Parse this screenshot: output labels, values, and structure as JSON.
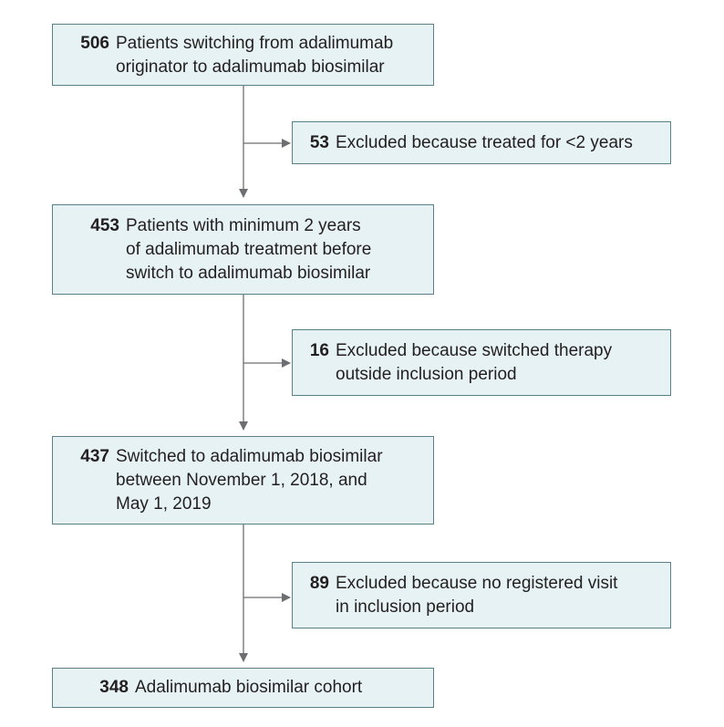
{
  "flow": {
    "main": [
      {
        "count": "506",
        "text": "Patients switching from adalimumab\noriginator to adalimumab biosimilar"
      },
      {
        "count": "453",
        "text": "Patients with minimum 2 years\nof adalimumab treatment before\nswitch to adalimumab biosimilar"
      },
      {
        "count": "437",
        "text": "Switched to adalimumab biosimilar\nbetween November 1, 2018, and\nMay 1, 2019"
      },
      {
        "count": "348",
        "text": "Adalimumab biosimilar cohort"
      }
    ],
    "excluded": [
      {
        "count": "53",
        "text": "Excluded because treated for <2 years"
      },
      {
        "count": "16",
        "text": "Excluded because switched therapy\noutside inclusion period"
      },
      {
        "count": "89",
        "text": "Excluded because no registered visit\nin inclusion period"
      }
    ]
  },
  "colors": {
    "box_fill": "#e6f2f3",
    "box_border": "#5b7f86",
    "arrow": "#6d6e71"
  }
}
